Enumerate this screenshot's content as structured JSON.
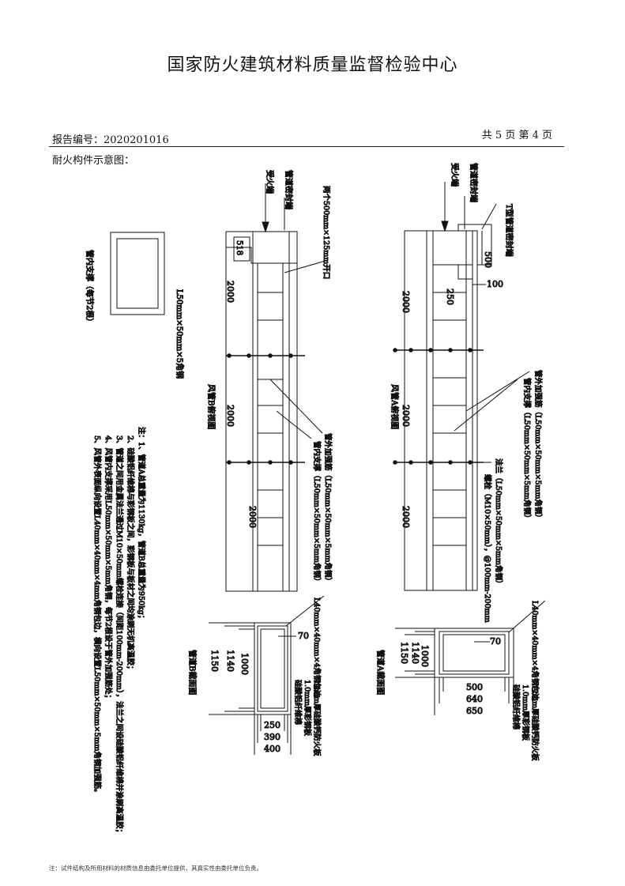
{
  "header": {
    "title": "国家防火建筑材料质量监督检验中心",
    "report_number": "报告编号：2020201016",
    "page_indicator": "共 5 页 第 4 页",
    "section_title": "耐火构件示意图："
  },
  "drawing_a": {
    "view_name": "风管A俯视图",
    "labels": {
      "fire_side": "受火端",
      "pipe_seal": "管道密封端",
      "t_seal": "T型管道密封端",
      "outer_brace": "管外加强筋（L50mm×50mm×5mm角钢）",
      "inner_brace": "管内支撑（L50mm×50mm×5mm角钢）",
      "flange": "法兰（L50mm×50mm×5mm角钢）",
      "bolt": "螺栓（M10×50mm），@100mm-200mm"
    },
    "dims": {
      "d500": "500",
      "d250": "250",
      "d100": "100",
      "seg1": "2000",
      "seg2": "2000",
      "seg3": "2000"
    }
  },
  "drawing_b": {
    "view_name": "风管B俯视图",
    "labels": {
      "fire_side": "受火端",
      "pipe_seal": "管道密封端",
      "opening": "两个500mm×125mm开口",
      "outer_brace": "管外加强筋（L50mm×50mm×5mm角钢）",
      "inner_brace": "管内支撑（L50mm×50mm×5mm角钢）"
    },
    "dims": {
      "d518": "518",
      "seg1": "2000",
      "seg2": "2000",
      "seg3": "2000"
    }
  },
  "support_detail": {
    "caption": "管内支撑（每节2根）",
    "spec": "L50mm×50mm×5角钢"
  },
  "section_a": {
    "name": "管道A截面图",
    "angle": "L40mm×40mm×4角钢包边",
    "board": "12mm厚硅酸钙防火板",
    "steel": "1.0mm厚彩钢板",
    "fiber": "硅酸铝纤维棉",
    "dims": {
      "d70": "70",
      "h1000": "1000",
      "h1140": "1140",
      "h1150": "1150",
      "w500": "500",
      "w640": "640",
      "w650": "650"
    }
  },
  "section_b": {
    "name": "管道B截面图",
    "angle": "L40mm×40mm×4角钢包边",
    "board": "12mm厚硅酸钙防火板",
    "steel": "1.0mm厚彩钢板",
    "fiber": "硅酸铝纤维棉",
    "dims": {
      "d70": "70",
      "h1000": "1000",
      "h1140": "1140",
      "h1150": "1150",
      "w250": "250",
      "w390": "390",
      "w400": "400"
    }
  },
  "notes": [
    "注：1、管道A总重量为1130kg，管道B总重量为950kg；",
    "2、硅酸铝纤维棉与彩钢板之间，彩钢板与板材之间均涂刷无机高温胶；",
    "3、管道之间用金属法兰通过M10×50mm螺栓连接（间距100mm-200mm），法兰之间设硅酸铝纤维棉并涂刷高温胶；",
    "4、风管内支撑采用L50mm×50mm×5mm角钢，每节2根设于管外加强筋处；",
    "5、风管外表面纵向设置L40mm×40mm×4mm角钢包边，横向设置L50mm×50mm×5mm角钢加强筋。"
  ],
  "footer": "注：试件结构及所用材料的材质信息由委托单位提供，其真实性由委托单位负责。"
}
